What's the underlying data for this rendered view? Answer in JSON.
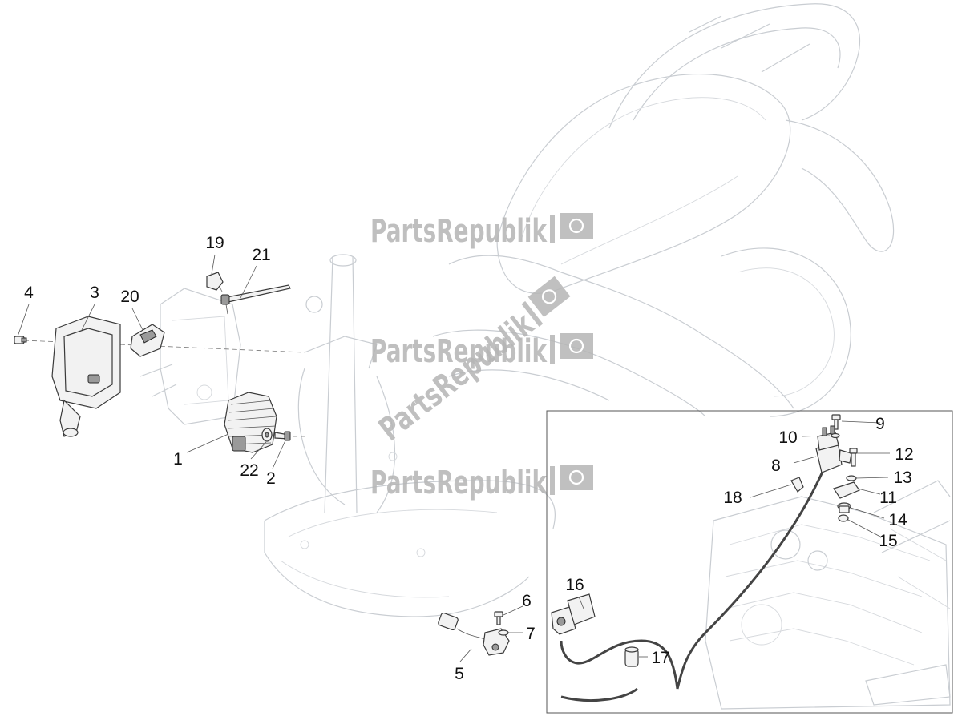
{
  "watermark": {
    "text": "PartsRepublik",
    "logo_icon": "gear-flag-icon"
  },
  "callouts": {
    "c1": "1",
    "c2": "2",
    "c3": "3",
    "c4": "4",
    "c5": "5",
    "c6": "6",
    "c7": "7",
    "c8": "8",
    "c9": "9",
    "c10": "10",
    "c11": "11",
    "c12": "12",
    "c13": "13",
    "c14": "14",
    "c15": "15",
    "c16": "16",
    "c17": "17",
    "c18": "18",
    "c19": "19",
    "c20": "20",
    "c21": "21",
    "c22": "22"
  },
  "colors": {
    "ghost_lines": "#c9cdd2",
    "part_outline": "#3a3a3a",
    "watermark": "#b5b5b5"
  }
}
